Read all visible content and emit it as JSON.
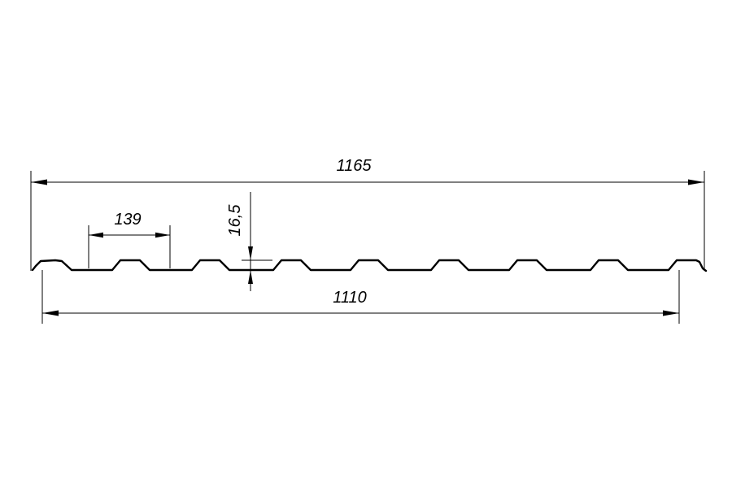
{
  "drawing": {
    "dimensions": {
      "overall_width": "1165",
      "effective_width": "1110",
      "pitch": "139",
      "height": "16,5"
    },
    "colors": {
      "line": "#000000",
      "background": "#ffffff"
    }
  }
}
